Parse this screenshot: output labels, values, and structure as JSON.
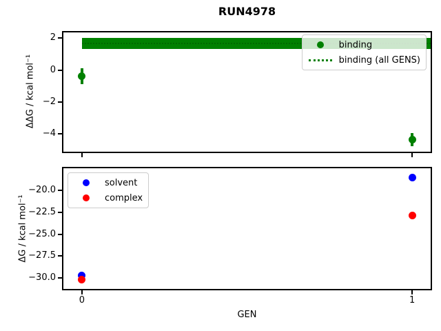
{
  "title": "RUN4978",
  "xlabel": "GEN",
  "accent_colors": {
    "binding": "#008000",
    "solvent": "#0000ff",
    "complex": "#ff0000"
  },
  "chart_data": [
    {
      "type": "scatter",
      "position": "top",
      "ylabel": "ΔΔG / kcal mol⁻¹",
      "xlim": [
        -0.056,
        1.056
      ],
      "ylim": [
        -5.1,
        2.35
      ],
      "grid": false,
      "xticks": [
        {
          "value": 0,
          "label": "0"
        },
        {
          "value": 1,
          "label": "1"
        }
      ],
      "show_xtick_labels": false,
      "yticks": [
        {
          "value": 2,
          "label": "2"
        },
        {
          "value": 0,
          "label": "0"
        },
        {
          "value": -2,
          "label": "−2"
        },
        {
          "value": -4,
          "label": "−4"
        }
      ],
      "series": [
        {
          "name": "binding",
          "color": "#008000",
          "marker": "circle",
          "points": [
            {
              "x": 0,
              "y": -0.4,
              "yerr": 0.5
            },
            {
              "x": 1,
              "y": -4.35,
              "yerr": 0.4
            }
          ]
        }
      ],
      "band": {
        "name": "binding (all GENS)",
        "color": "#008000",
        "line_color": "#006900",
        "line_style": "dotted",
        "center": 1.65,
        "low": 1.3,
        "high": 2.0,
        "x_start": 0
      },
      "legend": {
        "position": "upper right",
        "entries": [
          {
            "label": "binding",
            "handle": "circle",
            "color": "#008000"
          },
          {
            "label": "binding (all GENS)",
            "handle": "dotted-line",
            "color": "#008000"
          }
        ]
      }
    },
    {
      "type": "scatter",
      "position": "bottom",
      "ylabel": "ΔG / kcal mol⁻¹",
      "xlim": [
        -0.056,
        1.056
      ],
      "ylim": [
        -31.25,
        -17.45
      ],
      "grid": false,
      "xticks": [
        {
          "value": 0,
          "label": "0"
        },
        {
          "value": 1,
          "label": "1"
        }
      ],
      "show_xtick_labels": true,
      "yticks": [
        {
          "value": -20.0,
          "label": "−20.0"
        },
        {
          "value": -22.5,
          "label": "−22.5"
        },
        {
          "value": -25.0,
          "label": "−25.0"
        },
        {
          "value": -27.5,
          "label": "−27.5"
        },
        {
          "value": -30.0,
          "label": "−30.0"
        }
      ],
      "series": [
        {
          "name": "solvent",
          "color": "#0000ff",
          "marker": "circle",
          "points": [
            {
              "x": 0,
              "y": -29.7
            },
            {
              "x": 1,
              "y": -18.5
            }
          ]
        },
        {
          "name": "complex",
          "color": "#ff0000",
          "marker": "circle",
          "points": [
            {
              "x": 0,
              "y": -30.15
            },
            {
              "x": 1,
              "y": -22.85
            }
          ]
        }
      ],
      "legend": {
        "position": "upper left",
        "entries": [
          {
            "label": "solvent",
            "handle": "circle",
            "color": "#0000ff"
          },
          {
            "label": "complex",
            "handle": "circle",
            "color": "#ff0000"
          }
        ]
      }
    }
  ]
}
